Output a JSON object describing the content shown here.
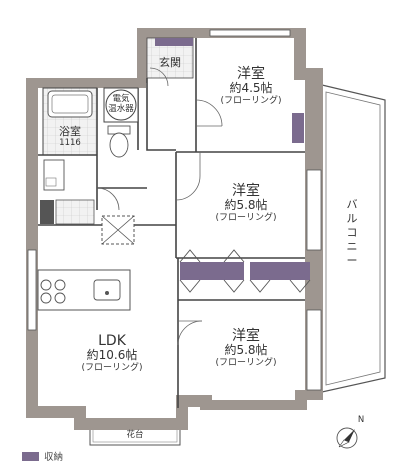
{
  "rooms": {
    "western1": {
      "name": "洋室",
      "size": "約4.5帖",
      "floor": "(フローリング)"
    },
    "western2": {
      "name": "洋室",
      "size": "約5.8帖",
      "floor": "(フローリング)"
    },
    "western3": {
      "name": "洋室",
      "size": "約5.8帖",
      "floor": "(フローリング)"
    },
    "ldk": {
      "name": "LDK",
      "size": "約10.6帖",
      "floor": "(フローリング)"
    },
    "bath": {
      "name": "浴室",
      "size": "1116"
    },
    "entrance": {
      "name": "玄関"
    },
    "water_heater": {
      "line1": "電気",
      "line2": "温水器"
    }
  },
  "balcony": {
    "label": "バルコニー"
  },
  "flower_stand": {
    "label": "花台"
  },
  "compass": {
    "label": "N"
  },
  "legend": {
    "label": "収納",
    "color": "#7b6b8e"
  },
  "colors": {
    "wall": "#9e9690",
    "storage": "#7b6b8e",
    "tile": "#e5e5e5"
  }
}
